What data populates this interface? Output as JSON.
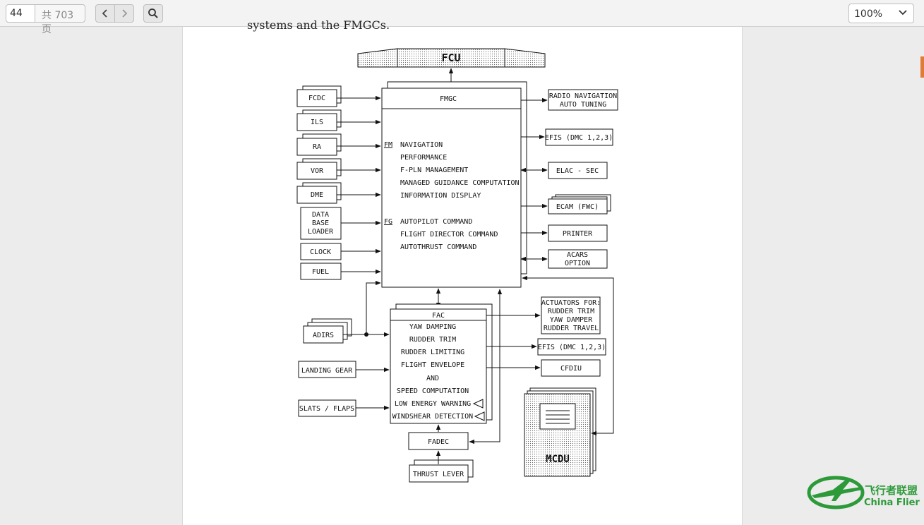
{
  "toolbar": {
    "page_number": "44",
    "page_total": "共 703 页",
    "zoom": "100%",
    "icons": {
      "prev": "chevron-left-icon",
      "next": "chevron-right-icon",
      "search": "search-icon",
      "zoom_caret": "chevron-down-icon"
    }
  },
  "document": {
    "partial_text": "systems and the FMGCs.",
    "diagram": {
      "fcu": "FCU",
      "fmgc": {
        "title": "FMGC",
        "fm_tag": "FM",
        "fm_lines": [
          "NAVIGATION",
          "PERFORMANCE",
          "F-PLN MANAGEMENT",
          "MANAGED GUIDANCE COMPUTATION",
          "INFORMATION DISPLAY"
        ],
        "fg_tag": "FG",
        "fg_lines": [
          "AUTOPILOT COMMAND",
          "FLIGHT DIRECTOR COMMAND",
          "AUTOTHRUST COMMAND"
        ]
      },
      "left_inputs": [
        "FCDC",
        "ILS",
        "RA",
        "VOR",
        "DME",
        "DATA",
        "BASE",
        "LOADER",
        "CLOCK",
        "FUEL"
      ],
      "right_outputs": [
        "RADIO NAVIGATION",
        "AUTO TUNING",
        "EFIS (DMC 1,2,3)",
        "ELAC - SEC",
        "ECAM (FWC)",
        "PRINTER",
        "ACARS",
        "OPTION"
      ],
      "fac": {
        "title": "FAC",
        "lines": [
          "YAW DAMPING",
          "RUDDER TRIM",
          "RUDDER LIMITING",
          "FLIGHT ENVELOPE",
          "AND",
          "SPEED COMPUTATION",
          "LOW ENERGY WARNING",
          "WINDSHEAR DETECTION"
        ]
      },
      "fac_inputs": [
        "ADIRS",
        "LANDING GEAR",
        "SLATS / FLAPS"
      ],
      "fac_outputs": [
        "ACTUATORS FOR:",
        "RUDDER TRIM",
        "YAW DAMPER",
        "RUDDER TRAVEL",
        "EFIS (DMC 1,2,3)",
        "CFDIU"
      ],
      "fadec": "FADEC",
      "thrust_lever": "THRUST LEVER",
      "mcdu": "MCDU"
    }
  },
  "watermark": {
    "cn": "飞行者联盟",
    "en": "China Flier"
  }
}
